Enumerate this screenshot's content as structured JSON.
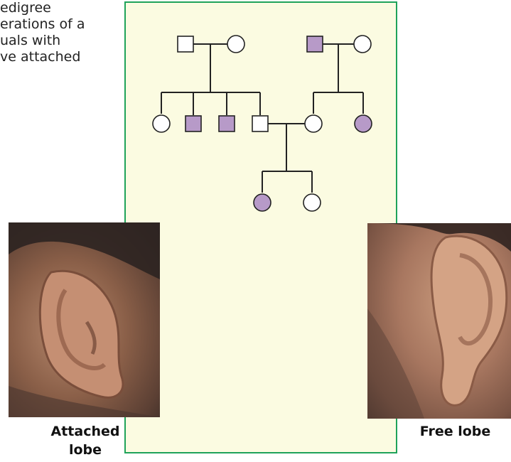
{
  "caption": {
    "line1": "edigree",
    "line2": "erations of a",
    "line3": "uals with",
    "line4": "ve attached"
  },
  "pedigree": {
    "generation1": [
      {
        "sex": "male",
        "affected": false
      },
      {
        "sex": "female",
        "affected": false
      },
      {
        "sex": "male",
        "affected": true
      },
      {
        "sex": "female",
        "affected": false
      }
    ],
    "generation2": [
      {
        "sex": "female",
        "affected": false
      },
      {
        "sex": "male",
        "affected": true
      },
      {
        "sex": "male",
        "affected": true
      },
      {
        "sex": "male",
        "affected": false
      },
      {
        "sex": "female",
        "affected": false
      },
      {
        "sex": "female",
        "affected": true
      }
    ],
    "generation3": [
      {
        "sex": "female",
        "affected": true
      },
      {
        "sex": "female",
        "affected": false
      }
    ],
    "colors": {
      "affected_fill": "#b79ac8",
      "unaffected_fill": "#ffffff",
      "line": "#222222",
      "panel_background": "#fbfbe1",
      "panel_border": "#1fa35a"
    }
  },
  "photos": {
    "left_label": "Attached\nlobe",
    "right_label": "Free lobe"
  }
}
